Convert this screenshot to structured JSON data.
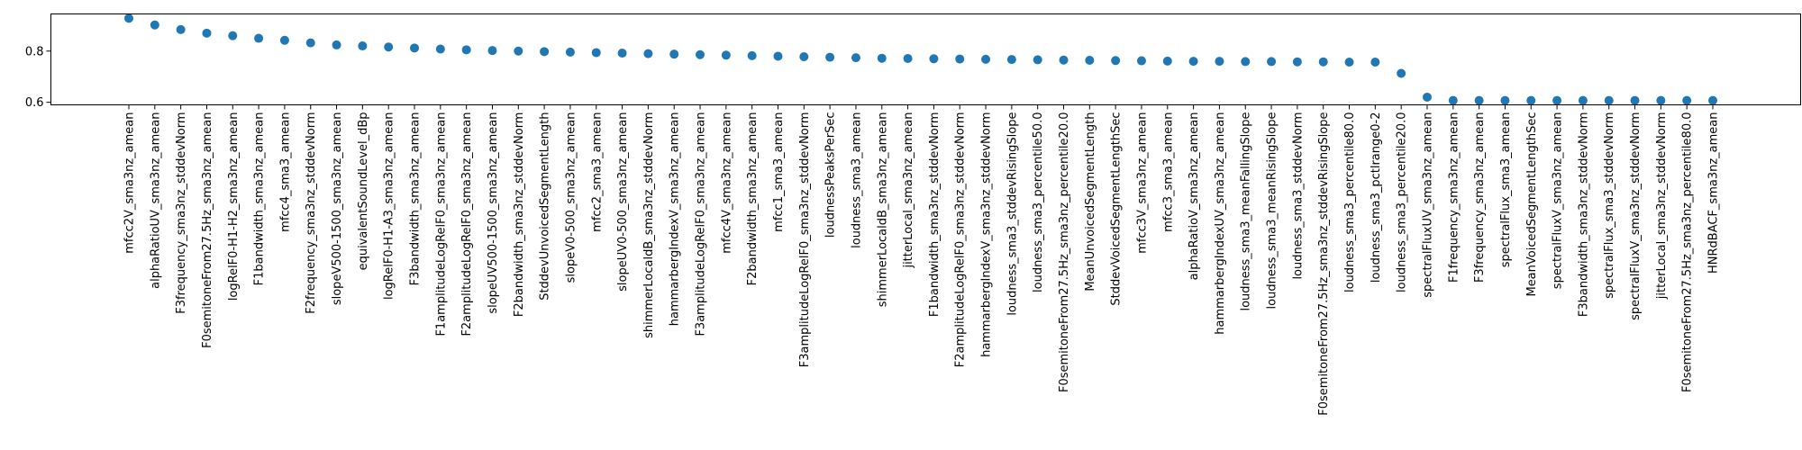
{
  "chart_data": {
    "type": "scatter",
    "title": "",
    "xlabel": "",
    "ylabel": "",
    "ylim": [
      0.59,
      0.945
    ],
    "yticks": [
      0.6,
      0.8
    ],
    "grid": false,
    "marker_color": "#1f77b4",
    "categories": [
      "mfcc2V_sma3nz_amean",
      "alphaRatioUV_sma3nz_amean",
      "F3frequency_sma3nz_stddevNorm",
      "F0semitoneFrom27.5Hz_sma3nz_amean",
      "logRelF0-H1-H2_sma3nz_amean",
      "F1bandwidth_sma3nz_amean",
      "mfcc4_sma3_amean",
      "F2frequency_sma3nz_stddevNorm",
      "slopeV500-1500_sma3nz_amean",
      "equivalentSoundLevel_dBp",
      "logRelF0-H1-A3_sma3nz_amean",
      "F3bandwidth_sma3nz_amean",
      "F1amplitudeLogRelF0_sma3nz_amean",
      "F2amplitudeLogRelF0_sma3nz_amean",
      "slopeUV500-1500_sma3nz_amean",
      "F2bandwidth_sma3nz_stddevNorm",
      "StddevUnvoicedSegmentLength",
      "slopeV0-500_sma3nz_amean",
      "mfcc2_sma3_amean",
      "slopeUV0-500_sma3nz_amean",
      "shimmerLocaldB_sma3nz_stddevNorm",
      "hammarbergIndexV_sma3nz_amean",
      "F3amplitudeLogRelF0_sma3nz_amean",
      "mfcc4V_sma3nz_amean",
      "F2bandwidth_sma3nz_amean",
      "mfcc1_sma3_amean",
      "F3amplitudeLogRelF0_sma3nz_stddevNorm",
      "loudnessPeaksPerSec",
      "loudness_sma3_amean",
      "shimmerLocaldB_sma3nz_amean",
      "jitterLocal_sma3nz_amean",
      "F1bandwidth_sma3nz_stddevNorm",
      "F2amplitudeLogRelF0_sma3nz_stddevNorm",
      "hammarbergIndexV_sma3nz_stddevNorm",
      "loudness_sma3_stddevRisingSlope",
      "loudness_sma3_percentile50.0",
      "F0semitoneFrom27.5Hz_sma3nz_percentile20.0",
      "MeanUnvoicedSegmentLength",
      "StddevVoicedSegmentLengthSec",
      "mfcc3V_sma3nz_amean",
      "mfcc3_sma3_amean",
      "alphaRatioV_sma3nz_amean",
      "hammarbergIndexUV_sma3nz_amean",
      "loudness_sma3_meanFallingSlope",
      "loudness_sma3_meanRisingSlope",
      "loudness_sma3_stddevNorm",
      "F0semitoneFrom27.5Hz_sma3nz_stddevRisingSlope",
      "loudness_sma3_percentile80.0",
      "loudness_sma3_pctlrange0-2",
      "loudness_sma3_percentile20.0",
      "spectralFluxUV_sma3nz_amean",
      "F1frequency_sma3nz_amean",
      "F3frequency_sma3nz_amean",
      "spectralFlux_sma3_amean",
      "MeanVoicedSegmentLengthSec",
      "spectralFluxV_sma3nz_amean",
      "F3bandwidth_sma3nz_stddevNorm",
      "spectralFlux_sma3_stddevNorm",
      "spectralFluxV_sma3nz_stddevNorm",
      "jitterLocal_sma3nz_stddevNorm",
      "F0semitoneFrom27.5Hz_sma3nz_percentile80.0",
      "HNRdBACF_sma3nz_amean"
    ],
    "values": [
      0.928,
      0.902,
      0.884,
      0.87,
      0.86,
      0.85,
      0.842,
      0.832,
      0.824,
      0.82,
      0.816,
      0.812,
      0.808,
      0.805,
      0.802,
      0.8,
      0.798,
      0.796,
      0.794,
      0.792,
      0.79,
      0.788,
      0.786,
      0.784,
      0.782,
      0.78,
      0.778,
      0.776,
      0.774,
      0.772,
      0.771,
      0.77,
      0.769,
      0.768,
      0.767,
      0.766,
      0.765,
      0.764,
      0.763,
      0.762,
      0.761,
      0.76,
      0.76,
      0.759,
      0.759,
      0.758,
      0.758,
      0.757,
      0.757,
      0.713,
      0.62,
      0.607,
      0.607,
      0.607,
      0.607,
      0.607,
      0.607,
      0.607,
      0.607,
      0.607,
      0.607,
      0.607
    ]
  }
}
